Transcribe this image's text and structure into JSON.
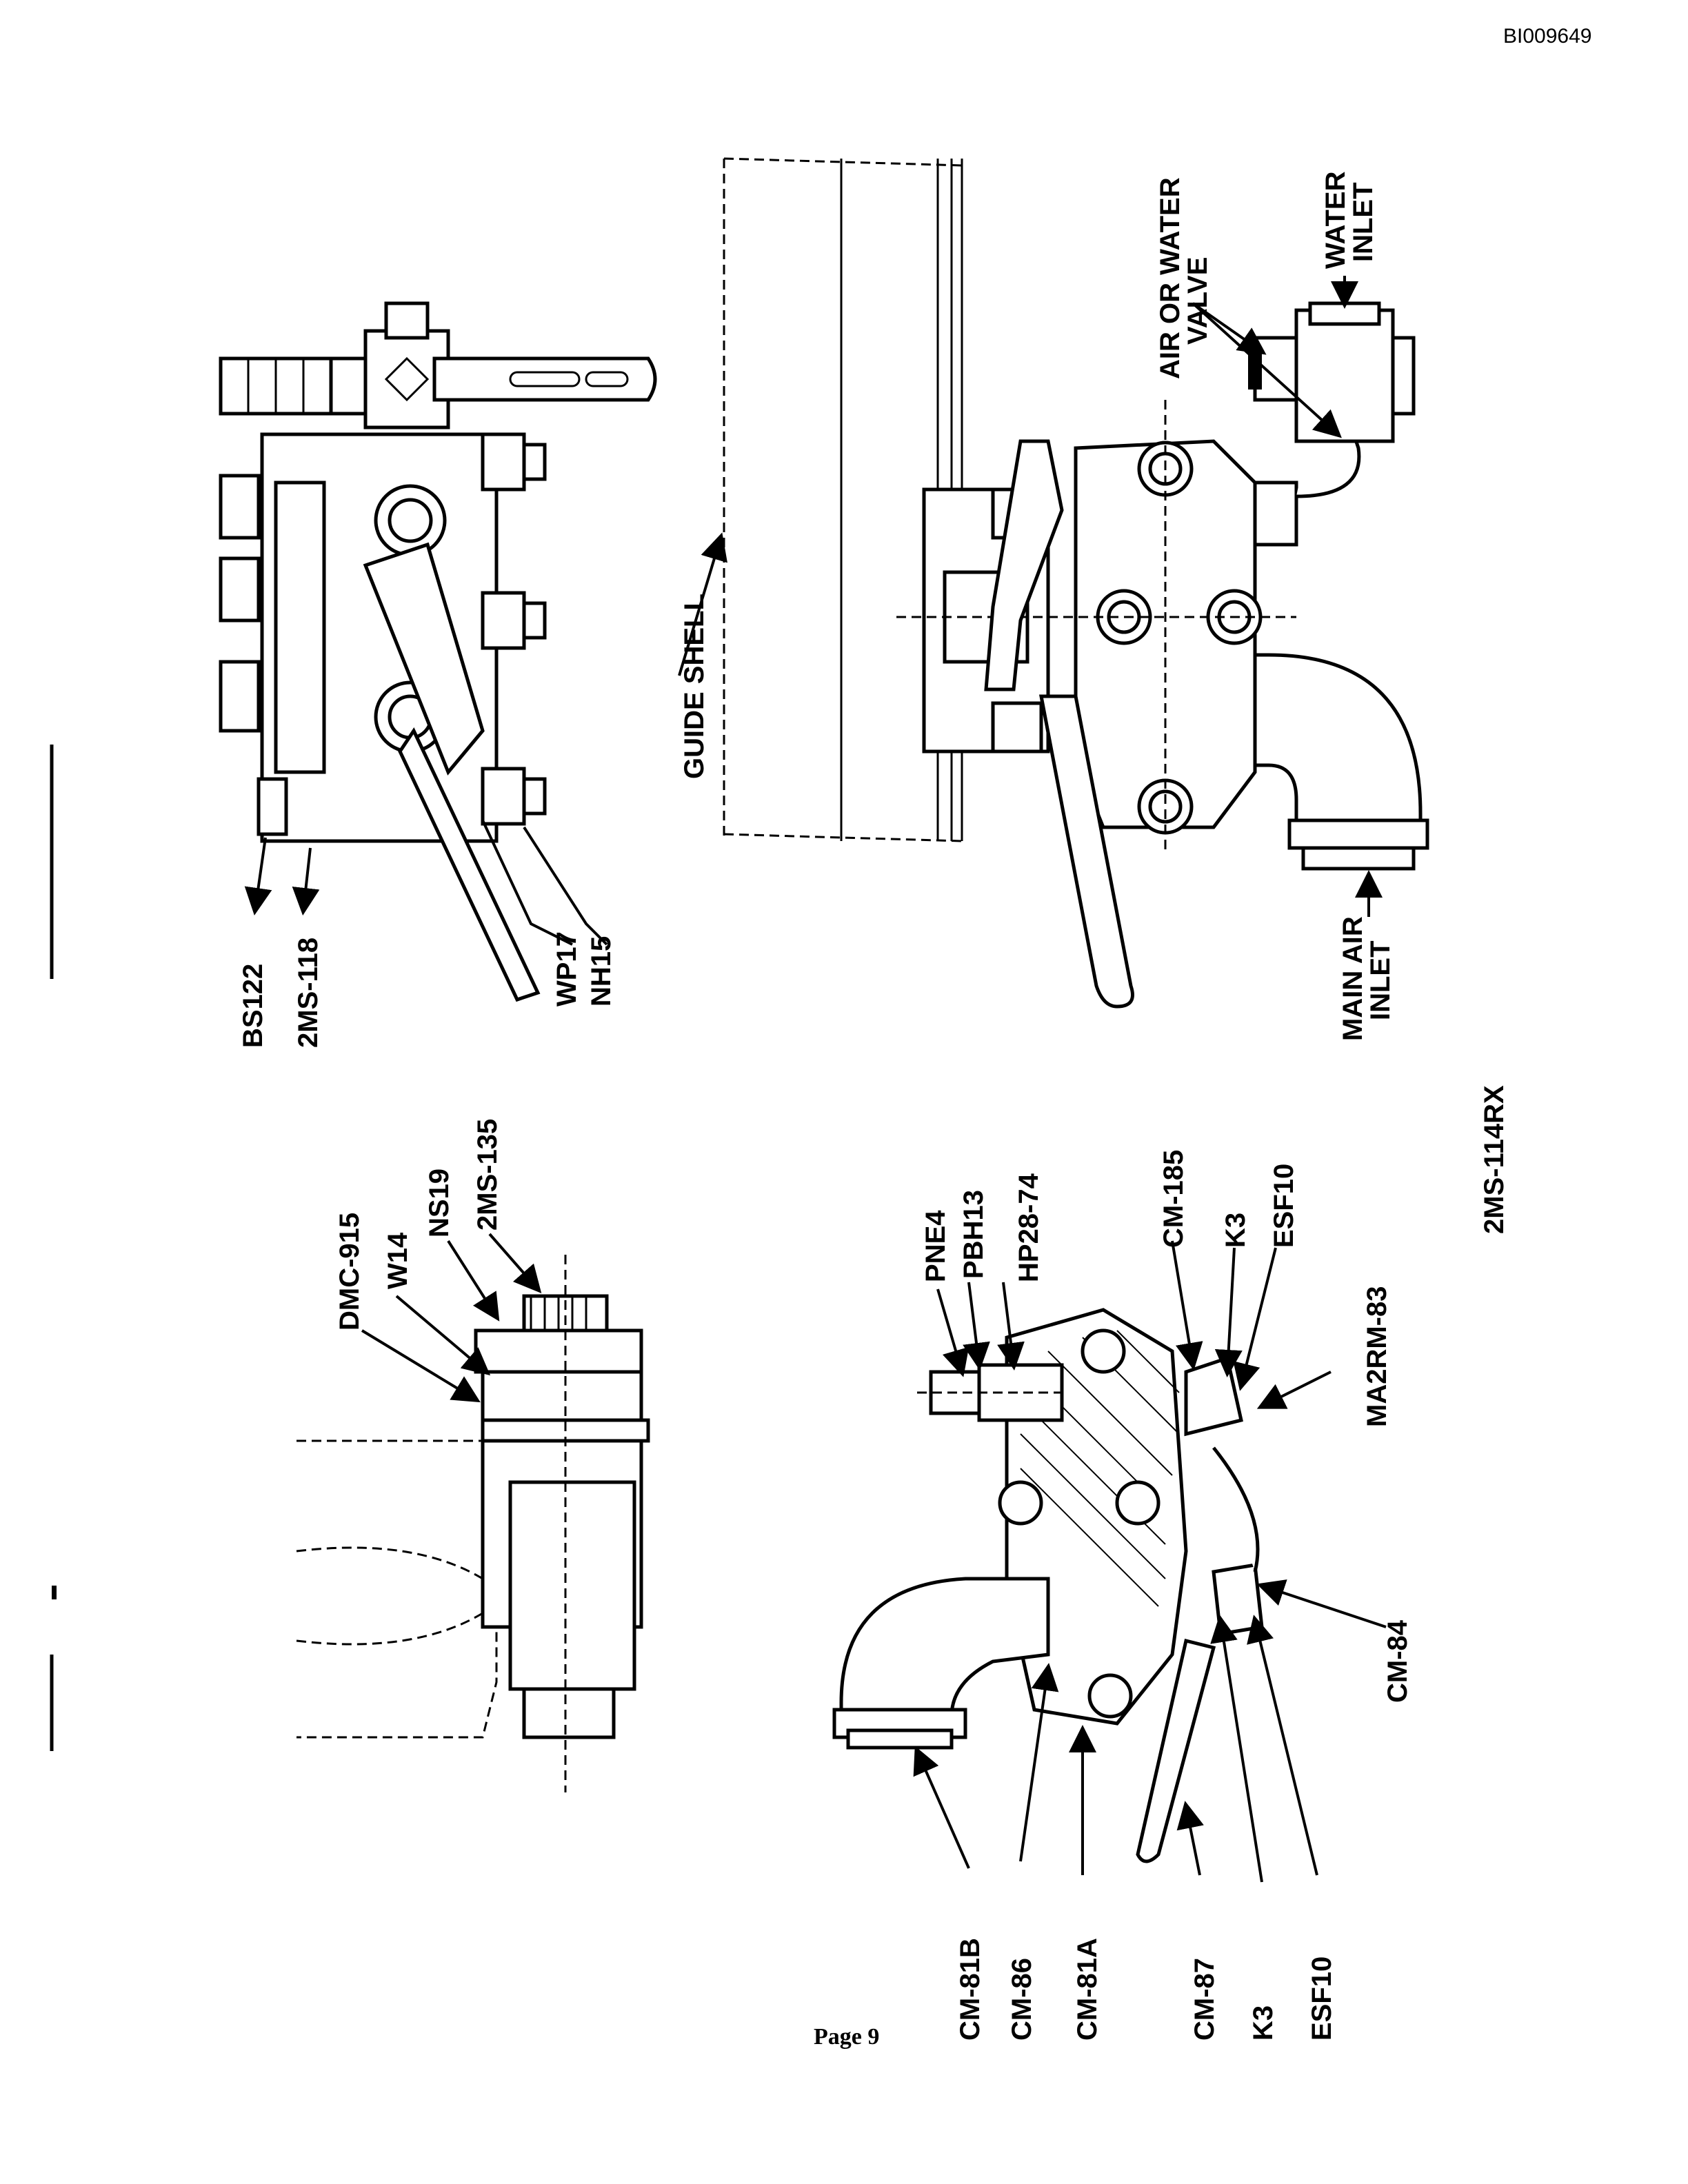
{
  "header": {
    "doc_id": "BI009649"
  },
  "footer": {
    "page_label": "Page 9"
  },
  "figure": {
    "model": "2MS-114RX",
    "top_right": {
      "labels": [
        "BS122",
        "2MS-118",
        "WP17",
        "NH15"
      ]
    },
    "bottom_right": {
      "labels": {
        "guide_shell": "GUIDE SHELL",
        "air_water_valve_1": "AIR OR WATER",
        "air_water_valve_2": "VALVE",
        "water_inlet_1": "WATER",
        "water_inlet_2": "INLET",
        "main_air_1": "MAIN AIR",
        "main_air_2": "INLET"
      }
    },
    "top_left": {
      "labels": [
        "DMC-915",
        "W14",
        "NS19",
        "2MS-135"
      ]
    },
    "bottom_left": {
      "labels_top": [
        "PNE4",
        "PBH13",
        "HP28-74",
        "CM-185",
        "K3",
        "ESF10"
      ],
      "label_ma2rm": "MA2RM-83",
      "label_cm84": "CM-84",
      "labels_bottom": [
        "CM-81B",
        "CM-86",
        "CM-81A",
        "CM-87",
        "K3",
        "ESF10"
      ]
    }
  }
}
